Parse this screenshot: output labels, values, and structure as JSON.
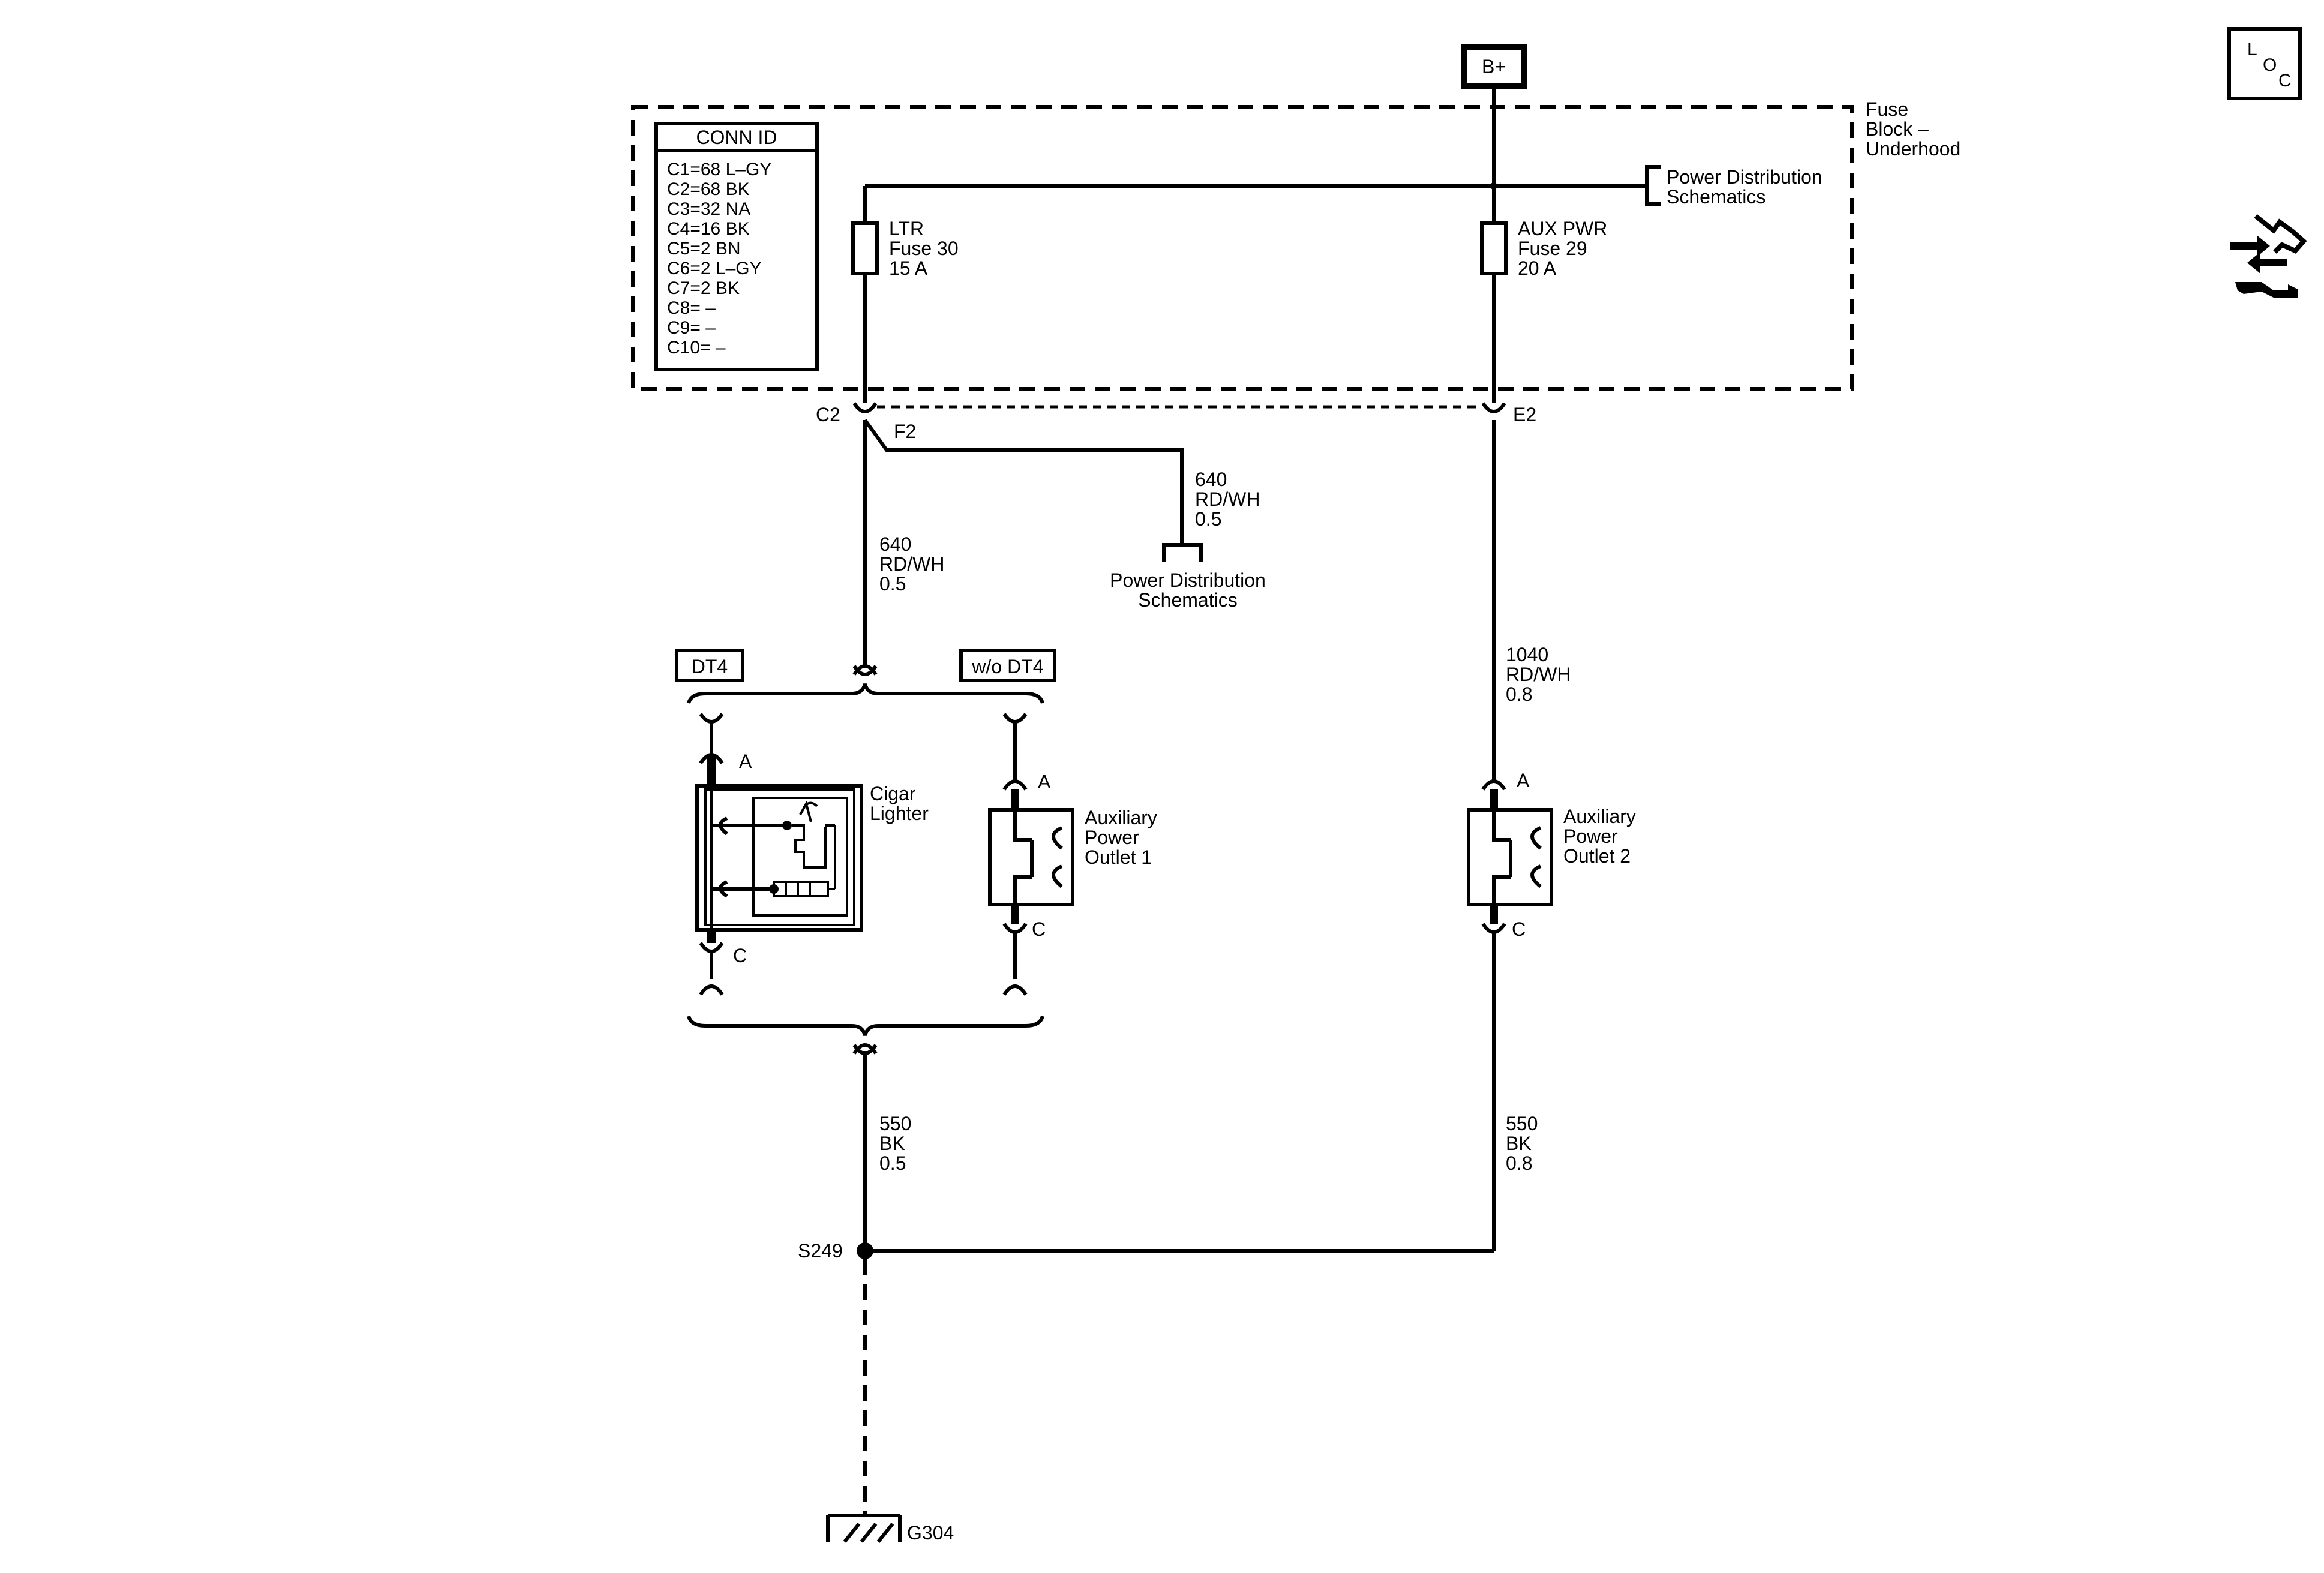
{
  "battery": {
    "label": "B+"
  },
  "fuse_block": {
    "label_lines": [
      "Fuse",
      "Block –",
      "Underhood"
    ]
  },
  "conn_id": {
    "title": "CONN ID",
    "entries": [
      "C1=68 L–GY",
      "C2=68 BK",
      "C3=32 NA",
      "C4=16 BK",
      "C5=2 BN",
      "C6=2 L–GY",
      "C7=2 BK",
      "C8= –",
      "C9= –",
      "C10= –"
    ]
  },
  "power_distribution_top": {
    "lines": [
      "Power Distribution",
      "Schematics"
    ]
  },
  "fuse_ltr": {
    "lines": [
      "LTR",
      "Fuse 30",
      "15 A"
    ]
  },
  "fuse_aux": {
    "lines": [
      "AUX PWR",
      "Fuse 29",
      "20 A"
    ]
  },
  "connectors": {
    "c2": "C2",
    "e2": "E2",
    "f2": "F2"
  },
  "wire_640_branch": {
    "lines": [
      "640",
      "RD/WH",
      "0.5"
    ]
  },
  "power_distribution_branch": {
    "lines": [
      "Power Distribution",
      "Schematics"
    ]
  },
  "wire_640_main": {
    "lines": [
      "640",
      "RD/WH",
      "0.5"
    ]
  },
  "wire_1040": {
    "lines": [
      "1040",
      "RD/WH",
      "0.8"
    ]
  },
  "options": {
    "dt4": "DT4",
    "without_dt4": "w/o DT4"
  },
  "cigar_lighter": {
    "lines": [
      "Cigar",
      "Lighter"
    ],
    "pin_a": "A",
    "pin_c": "C"
  },
  "aux_outlet_1": {
    "lines": [
      "Auxiliary",
      "Power",
      "Outlet 1"
    ],
    "pin_a": "A",
    "pin_c": "C"
  },
  "aux_outlet_2": {
    "lines": [
      "Auxiliary",
      "Power",
      "Outlet 2"
    ],
    "pin_a": "A",
    "pin_c": "C"
  },
  "wire_550_left": {
    "lines": [
      "550",
      "BK",
      "0.5"
    ]
  },
  "wire_550_right": {
    "lines": [
      "550",
      "BK",
      "0.8"
    ]
  },
  "splice": {
    "label": "S249"
  },
  "ground": {
    "label": "G304"
  },
  "loc_icon": {
    "letters": [
      "L",
      "O",
      "C"
    ]
  }
}
